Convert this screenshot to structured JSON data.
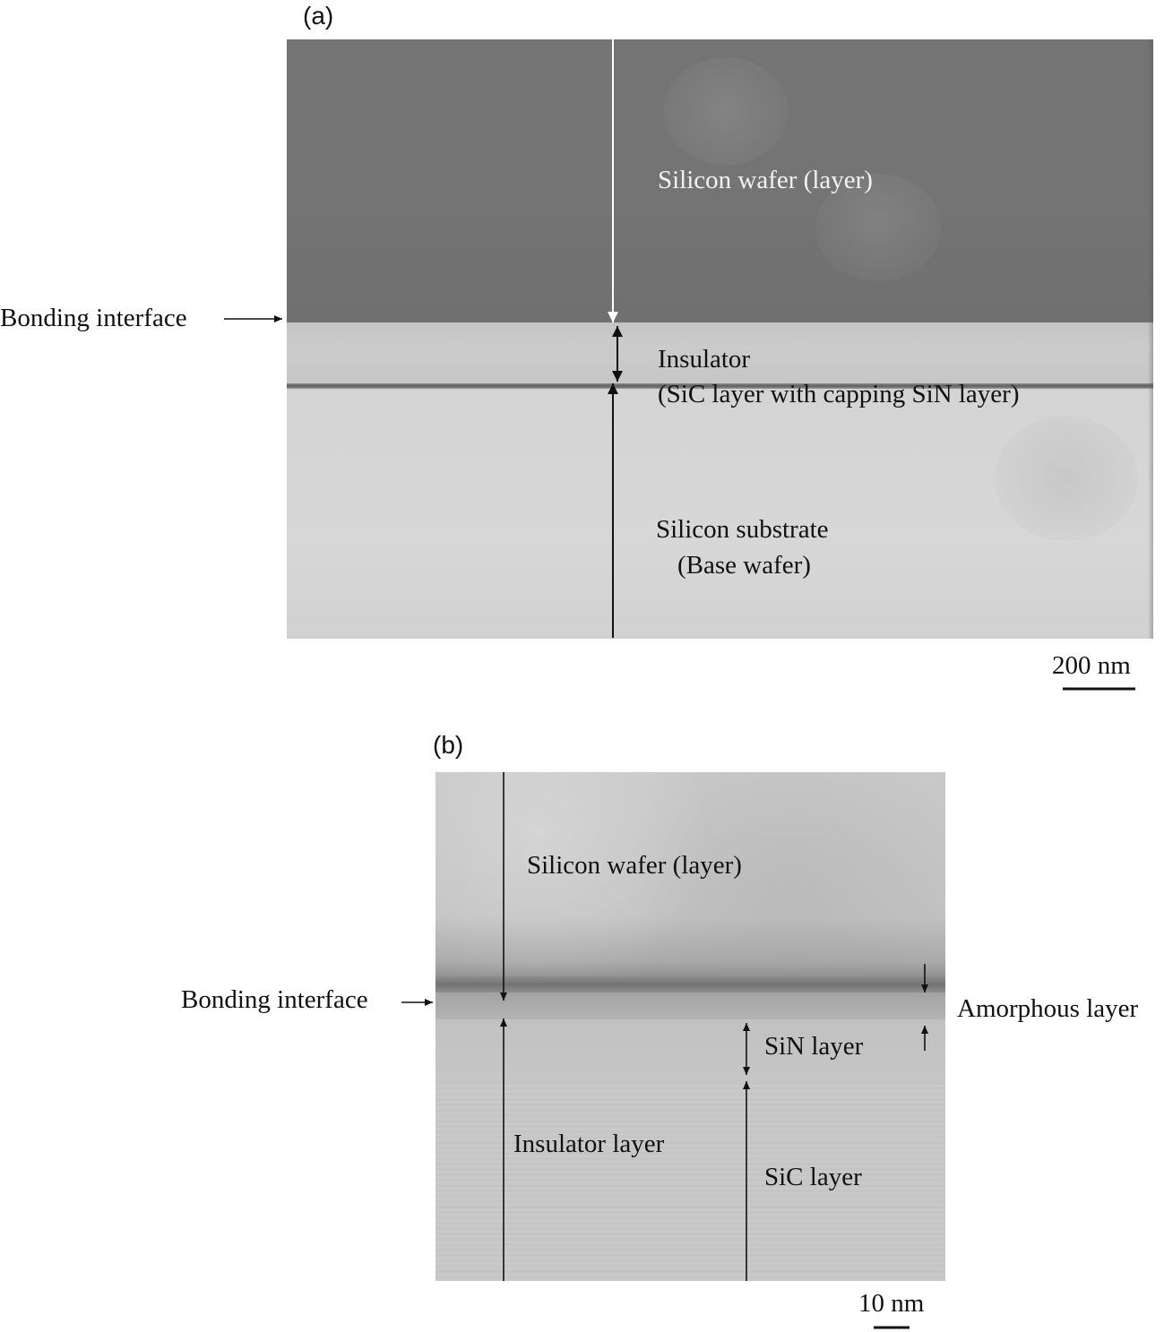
{
  "panel_a": {
    "label": "(a)",
    "bonding_interface": "Bonding interface",
    "silicon_wafer": "Silicon wafer (layer)",
    "insulator_line1": "Insulator",
    "insulator_line2": "(SiC layer with capping SiN layer)",
    "substrate_line1": "Silicon substrate",
    "substrate_line2": "(Base wafer)",
    "scale_bar": "200 nm"
  },
  "panel_b": {
    "label": "(b)",
    "bonding_interface": "Bonding interface",
    "silicon_wafer": "Silicon wafer (layer)",
    "amorphous_layer": "Amorphous layer",
    "sin_layer": "SiN layer",
    "insulator_layer": "Insulator layer",
    "sic_layer": "SiC layer",
    "scale_bar": "10 nm"
  }
}
